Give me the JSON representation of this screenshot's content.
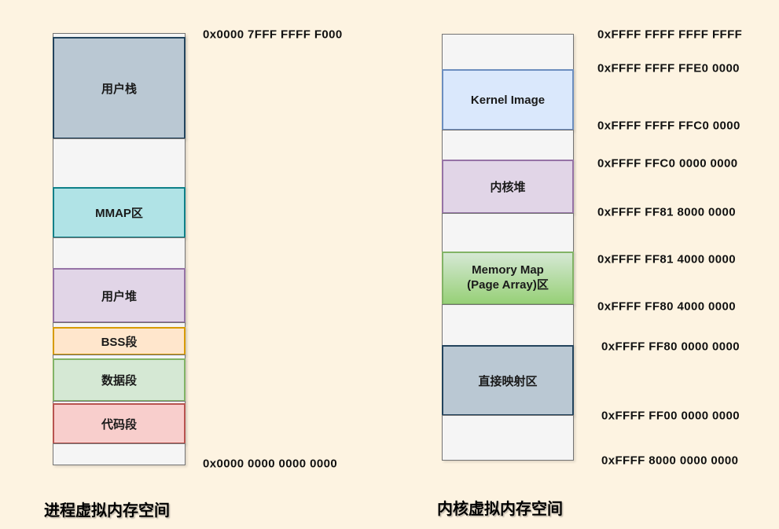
{
  "colors": {
    "background": "#fdf3e1",
    "empty_fill": "#f5f5f5",
    "empty_border": "#737373",
    "user_stack_fill": "#bac8d3",
    "user_stack_border": "#23445d",
    "mmap_fill": "#b0e3e6",
    "mmap_border": "#0e8088",
    "heap_fill": "#e1d5e7",
    "heap_border": "#9673a6",
    "bss_fill": "#ffe6cc",
    "bss_border": "#d79b00",
    "data_fill": "#d5e8d4",
    "data_border": "#82b366",
    "code_fill": "#f8cecc",
    "code_border": "#b85450",
    "kernel_image_fill": "#dae8fc",
    "kernel_image_border": "#6c8ebf",
    "memory_map_gradient_top": "#d5e8d4",
    "memory_map_gradient_bottom": "#97d077",
    "direct_map_fill": "#bac8d3",
    "direct_map_border": "#23445d"
  },
  "process_space": {
    "caption": "进程虚拟内存空间",
    "addresses": {
      "top": "0x0000 7FFF FFFF F000",
      "bottom": "0x0000 0000 0000 0000"
    },
    "segments": {
      "user_stack": "用户栈",
      "mmap": "MMAP区",
      "user_heap": "用户堆",
      "bss": "BSS段",
      "data": "数据段",
      "code": "代码段"
    }
  },
  "kernel_space": {
    "caption": "内核虚拟内存空间",
    "segments": {
      "kernel_image": "Kernel Image",
      "kernel_heap": "内核堆",
      "memory_map_line1": "Memory Map",
      "memory_map_line2": "(Page Array)区",
      "direct_map": "直接映射区"
    },
    "addresses": [
      "0xFFFF FFFF FFFF FFFF",
      "0xFFFF FFFF FFE0 0000",
      "0xFFFF FFFF FFC0 0000",
      "0xFFFF FFC0 0000 0000",
      "0xFFFF FF81 8000 0000",
      "0xFFFF FF81 4000 0000",
      "0xFFFF FF80 4000 0000",
      "0xFFFF FF80 0000 0000",
      "0xFFFF FF00 0000 0000",
      "0xFFFF 8000 0000 0000"
    ]
  }
}
